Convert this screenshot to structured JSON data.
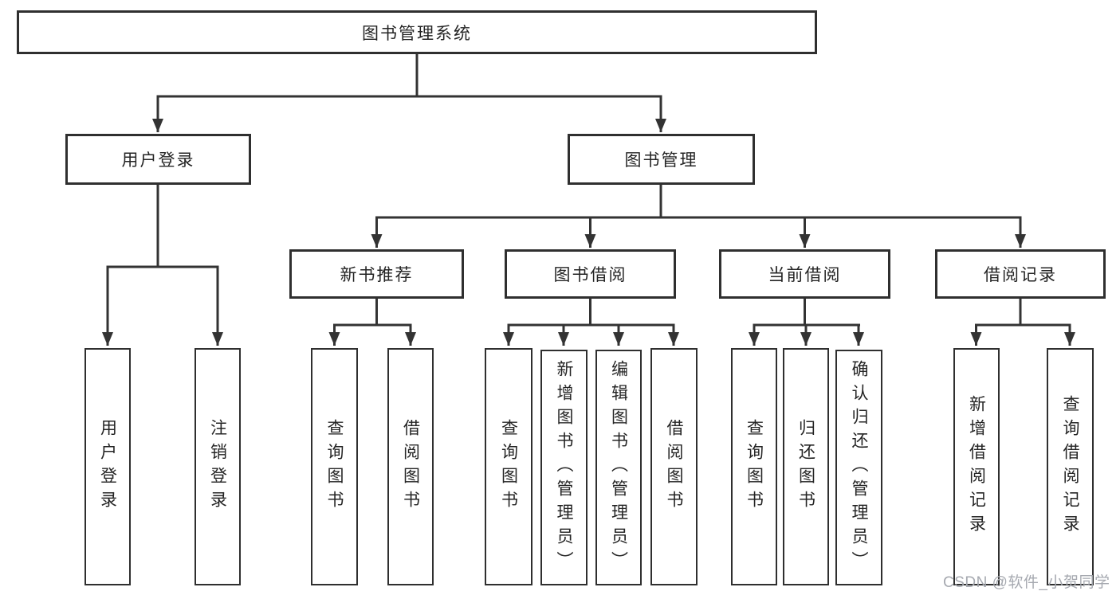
{
  "diagram": {
    "root": {
      "label": "图书管理系统"
    },
    "level2": [
      {
        "label": "用户登录"
      },
      {
        "label": "图书管理"
      }
    ],
    "level3": [
      {
        "label": "新书推荐"
      },
      {
        "label": "图书借阅"
      },
      {
        "label": "当前借阅"
      },
      {
        "label": "借阅记录"
      }
    ],
    "leaves": {
      "user_login": "用户登录",
      "logout": "注销登录",
      "rec_query_books": "查询图书",
      "rec_borrow_books": "借阅图书",
      "bor_query_books": "查询图书",
      "bor_add_books": "新增图书（管理员）",
      "bor_edit_books": "编辑图书（管理员）",
      "bor_borrow_books": "借阅图书",
      "cur_query_books": "查询图书",
      "cur_return_books": "归还图书",
      "cur_confirm_return": "确认归还（管理员）",
      "log_add_record": "新增借阅记录",
      "log_query_record": "查询借阅记录"
    },
    "colors": {
      "line": "#333333",
      "box_border": "#2f2f2f",
      "text": "#242424",
      "background": "#ffffff"
    }
  },
  "watermark": {
    "text": "CSDN @软件_小贺同学",
    "color": "#a6a9b0"
  }
}
